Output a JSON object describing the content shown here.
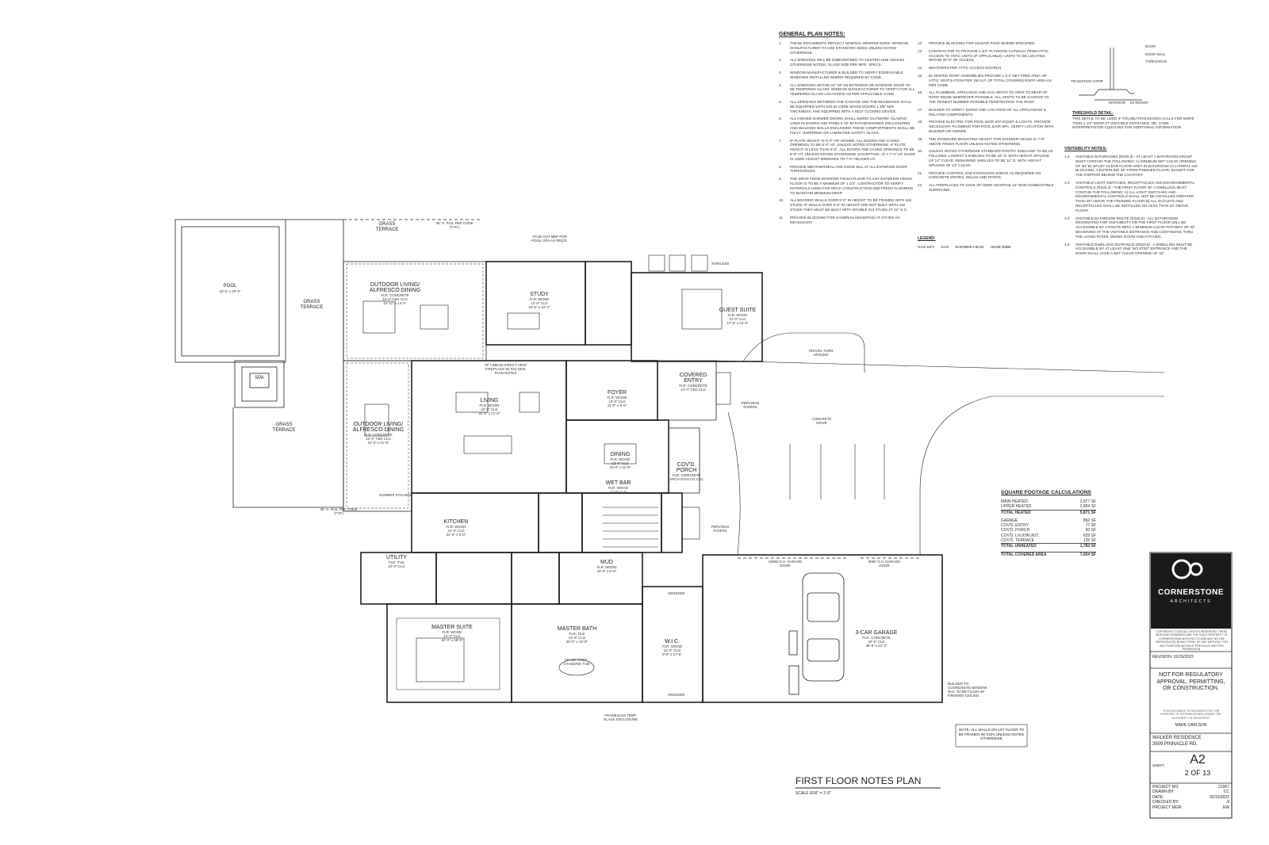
{
  "general_notes": {
    "title": "GENERAL PLAN NOTES:",
    "left_column": [
      {
        "n": "1.",
        "t": "THESE DOCUMENTS REFLECT NOMINAL WINDOW SIZES. WINDOW MANUFACTURER TO USE STANDARD SIZES UNLESS NOTED OTHERWISE."
      },
      {
        "n": "2.",
        "t": "ALL WINDOWS WILL BE DIMENSIONED TO CENTER LINE UNLESS OTHERWISE NOTED. GLASS SIZE PER MFR. SPECS."
      },
      {
        "n": "3.",
        "t": "WINDOW MANUFACTURER & BUILDER TO VERIFY EGRESSABLE WINDOWS INSTALLED WHERE REQUIRED BY CODE."
      },
      {
        "n": "4.",
        "t": "ALL WINDOWS WITHIN 24\" OF AN EXTERIOR OR INTERIOR DOOR TO BE TEMPERED GLASS. WINDOW MANUFACTURER TO VERIFY FOR ALL TEMPERED GLASS LOCATIONS AS PER APPLICABLE CODE."
      },
      {
        "n": "5.",
        "t": "ALL OPENINGS BETWEEN THE GARAGE AND THE RESIDENCE SHALL BE EQUIPPED WITH SOLID CORE WOOD DOORS 1 3/8\" MIN THICKNESS, AND EQUIPPED WITH A SELF CLOSING DEVICE."
      },
      {
        "n": "6.",
        "t": "ALL HINGED SHOWER DOORS SHALL SWING OUTWARD. GLAZING USED IN DOORS AND PANELS OF BATHTUB/SHOWER ENCLOSURES AND BUILDING WALLS ENCLOSING THESE COMPARTMENTS SHALL BE FULLY TEMPERED OR LAMINATED SAFETY GLASS."
      },
      {
        "n": "7.",
        "t": "IF PLATE HEIGHT IS 9'-0\" OR HIGHER, ALL DOORS AND CASED OPENINGS TO BE 8'-0\" HT. UNLESS NOTED OTHERWISE. IF PLATE HEIGHT IS LESS THAN 9'-0\", ALL DOORS AND CASED OPENINGS TO BE 6'-8\" HT. UNLESS NOTED OTHERWISE. EXCEPTION...IF A 7'-0\" HT. DOOR IS USED ADJUST WINDOWS TO 7'-0\" HEADER HT."
      },
      {
        "n": "8.",
        "t": "PROVIDE WEATHERSEAL AND DOOR SILL AT ALL EXTERIOR DOOR THRESHOLDS."
      },
      {
        "n": "9.",
        "t": "THE DROP FROM INTERIOR FINISH FLOOR TO ANY EXTERIOR FINISH FLOOR IS TO BE A MINIMUM OF 1 1/2\". CONTRACTOR TO VERIFY MATERIALS USED FOR DECK CONSTRUCTION AND FINISH FLOORING TO MAINTAIN MINIMUM DROP."
      },
      {
        "n": "10.",
        "t": "ALL BEARING WALLS OVER 9'-0\" IN HEIGHT TO BE FRAMED WITH 2x6 STUDS. IF WALLS OVER 9'-0\" IN HEIGHT ARE NOT BUILT WITH 2x6 STUDS THEY MUST BE BUILT WITH DOUBLE 2x4 STUDS AT 12\" O.C."
      },
      {
        "n": "11.",
        "t": "PROVIDE BLOCKING FOR HANDRAIL MOUNTING AT STAIRS AS NECESSARY."
      }
    ],
    "right_column": [
      {
        "n": "12.",
        "t": "PROVIDE BLOCKING FOR CEILING FANS WHERE SPECIFIED."
      },
      {
        "n": "13.",
        "t": "CONTRACTOR TO PROVIDE A 3/4\" PLYWOOD CATWALK FROM ATTIC ACCESS TO HVAC UNITS (IF APPLICABLE). UNITS TO BE LOCATED WITHIN 20'-0\" OF ACCESS."
      },
      {
        "n": "14.",
        "t": "WEATHERSTRIP ATTIC ACCESS DOOR(S)."
      },
      {
        "n": "15.",
        "t": "IN VENTED ROOF ASSEMBLIES PROVIDE 1 S.F. NET FREE AREA OF ATTIC VENTILATION PER 150 S.F. OF TOTAL COVERED ROOF AREA AS PER CODE."
      },
      {
        "n": "16.",
        "t": "ALL PLUMBING, APPLIANCE AND GAS VENTS TO VENT TO REAR OF ROOF RIDGE WHEREVER POSSIBLE. ALL VENTS TO BE GANGED TO THE FEWEST NUMBER POSSIBLE PENETRATING THE ROOF."
      },
      {
        "n": "17.",
        "t": "BUILDER TO VERIFY SIZING AND LOCATION OF ALL APPLIANCES & RELATED COMPONENTS."
      },
      {
        "n": "18.",
        "t": "PROVIDE ELECTRIC FOR POOL &/OR SPA EQUIP. & LIGHTS. PROVIDE NECESSARY PLUMBING FOR POOL &/OR SPA. VERIFY LOCATION WITH BUILDER OR OWNER."
      },
      {
        "n": "19.",
        "t": "THE STANDARD MOUNTING HEIGHT FOR SHOWER HEADS IS 7'-0\" ABOVE FINISH FLOOR UNLESS NOTED OTHERWISE."
      },
      {
        "n": "20.",
        "t": "UNLESS NOTED OTHERWISE STANDARD PANTRY SHELVING TO BE AS FOLLOWS: LOWEST 2 SHELVES TO BE 16\" D. WITH HEIGHT SPACING OF 14\" CLEAR. REMAINING SHELVES TO BE 12\" D. WITH HEIGHT SPACING OF 12\" CLEAR."
      },
      {
        "n": "21.",
        "t": "PROVIDE CONTROL AND EXPANSION JOINTS AS REQUIRED ON CONCRETE DRIVES, WALKS AND PATIOS."
      },
      {
        "n": "22.",
        "t": "ALL FIREPLACES TO HAVE 20\" DEEP HEARTH& 12\" NON-COMBUSTIBLE SURROUND."
      }
    ],
    "legend_title": "LEGEND:",
    "legend_items": [
      "GAS KEY",
      "GAS",
      "SHOWER HEAD",
      "HOSE BIBB"
    ]
  },
  "threshold": {
    "labels": [
      "DOOR",
      "DOOR SEAL",
      "THRESHOLD",
      "TRANSITION STRIP",
      "INTERIOR",
      "EXTERIOR"
    ],
    "detail_title": "THRESHOLD DETAIL:",
    "detail_text": "THIS DETAIL TO BE USED IF FOUNDATION DESIGN CALLS FOR MORE THAN 1 1/2\" DROP AT VISITABLE ENTRANCE. RE: CODE INTERPRETATION CQ013-002 FOR ADDITIONAL INFORMATION."
  },
  "visitability": {
    "title": "VISITABILITY NOTES:",
    "items": [
      {
        "n": "1.0",
        "t": "VISITABLE BATHROOMS (R320.3) - AT LEAST 1 BATHROOM GROUP MUST CONTAIN THE FOLLOWING: A) MINIMUM NET CLEAR OPENING OF 30\" B) 30\"x30\" CLEAR FLOOR AREA IN BATHROOM C) LATERAL 2x6 BLOCKING, CENTERLINE 34\" FROM FINISHED FLOOR, EXCEPT FOR THE PORTION BEHIND THE LAVATORY."
      },
      {
        "n": "2.0",
        "t": "VISITABLE LIGHT SWITCHES, RECEPTACLES AND ENVIRONMENTAL CONTROLS (R320.4) - THE FIRST FLOOR OF A DWELLING MUST CONTAIN THE FOLLOWING: A) ALL LIGHT SWITCHES AND ENVIRONMENTAL CONTROLS SHALL NOT BE INSTALLED GREATER THAN 48\" ABOVE THE FINISHED FLOOR B) ALL OUTLETS AND RECEPTACLES SHALL BE INSTALLED NO LESS THAN 15\" ABOVE FLOOR."
      },
      {
        "n": "3.0",
        "t": "VISITABLE BATHROOM ROUTE (R320.5) - ALL BATHROOMS DESIGNATED FOR VISITABILITY ON THE FIRST FLOOR WILL BE ACCESSIBLE BY A ROUTE WITH A MINIMUM CLEAR PATHWAY OF 32\" BEGINNING AT THE VISITABLE ENTRANCE AND CONTINUING THRU THE LIVING ROOM, DINING ROOM AND KITCHEN."
      },
      {
        "n": "4.0",
        "t": "VISITABLE DWELLING ENTRANCE (R320.6) - A DWELLING MUST BE ACCESSIBLE BY AT LEAST ONE 'NO-STEP' ENTRANCE AND THE DOOR SHALL HAVE A NET CLEAR OPENING OF 32\"."
      }
    ]
  },
  "sqft": {
    "title": "SQUARE FOOTAGE CALCULATIONS",
    "heated": [
      {
        "k": "MAIN HEATED",
        "v": "2,977 SF"
      },
      {
        "k": "UPPER HEATED",
        "v": "2,894 SF"
      }
    ],
    "total_heated": {
      "k": "TOTAL HEATED",
      "v": "5,871 SF"
    },
    "unheated": [
      {
        "k": "GARAGE",
        "v": "892 SF"
      },
      {
        "k": "COV'D. ENTRY",
        "v": "77 SF"
      },
      {
        "k": "COV'D. PORCH",
        "v": "50 SF"
      },
      {
        "k": "COV'D. LIV./DIN./KIT.",
        "v": "629 SF"
      },
      {
        "k": "COV'D. TERRACE",
        "v": "135 SF"
      }
    ],
    "total_unheated": {
      "k": "TOTAL UNHEATED",
      "v": "1,783 SF"
    },
    "total_covered": {
      "k": "TOTAL COVERED AREA",
      "v": "7,654 SF"
    }
  },
  "titleblock": {
    "brand": "CORNERSTONE",
    "sub": "ARCHITECTS",
    "copyright": "COPYRIGHT © 2023 ALL RIGHTS RESERVED. THESE DESIGNS/ DRAWINGS ARE THE SOLE PROPERTY OF CORNERSTONE ARCHITECTS AND MAY NOT BE REPRODUCED IN ANY FORM, BY ANY METHOD, FOR ANY PURPOSE WITHOUT PREVIOUS WRITTEN PERMISSION.",
    "revision": "REVISION: 02/15/2023",
    "not_for": "NOT FOR REGULATORY APPROVAL, PERMITTING, OR CONSTRUCTION.",
    "released": "THIS DOCUMENT IS RELEASED FOR THE PURPOSE OF INTERIM REVIEW UNDER THE AUTHORITY OF ARCHITECT",
    "architect": "MARK CARLSON",
    "project_name": "WALKER RESIDENCE",
    "address": "3509 PINNACLE RD.",
    "sheet_label": "SHEET",
    "sheet": "A2",
    "sheet_of": "2 OF 13",
    "meta": [
      {
        "k": "PROJECT NO:",
        "v": "21067"
      },
      {
        "k": "DRAWN BY:",
        "v": "CC"
      },
      {
        "k": "DATE:",
        "v": "02/15/2022"
      },
      {
        "k": "CHECKED BY:",
        "v": "JI"
      },
      {
        "k": "PROJECT MGR:",
        "v": "EW"
      }
    ]
  },
  "plan_title": "FIRST FLOOR NOTES PLAN",
  "plan_scale": "SCALE 3/16\" = 1'-0\"",
  "wall_note": "NOTE: ALL WALLS ON 1ST FLOOR TO BE FRAMED W/ 2x6's UNLESS NOTED OTHERWISE",
  "rooms": {
    "pool": {
      "name": "POOL",
      "dim": "15'-0\" x 20'-0\""
    },
    "spa": "SPA",
    "grass1": "GRASS TERRACE",
    "grass2": "GRASS TERRACE",
    "grass3": "GRASS TERRACE",
    "outdoor1": {
      "name": "OUTDOOR LIVING/ ALFRESCO DINING",
      "l1": "FLR: CONCRETE",
      "l2": "12'-0\" T&G CLG",
      "l3": "21'-11\" x 14'-5\""
    },
    "outdoor2": {
      "name": "OUTDOOR LIVING/ ALFRESCO DINING",
      "l1": "FLR: CONCRETE",
      "l2": "12'-0\" T&G CLG",
      "l3": "10'-0\" x 21'-6\""
    },
    "study": {
      "name": "STUDY",
      "l1": "FLR: WOOD",
      "l2": "12'-0\" CLG",
      "l3": "15'-0\" x 12'-2\""
    },
    "guest": {
      "name": "GUEST SUITE",
      "l1": "FLR: WOOD",
      "l2": "12'-0\" CLG",
      "l3": "17'-0\" x 12'-0\""
    },
    "living": {
      "name": "LIVING",
      "l1": "FLR: WOOD",
      "l2": "22'-0\" CLG",
      "l3": "22'-0\" x 21'-0\""
    },
    "foyer": {
      "name": "FOYER",
      "l1": "FLR: WOOD",
      "l2": "12'-0\" CLG",
      "l3": "14'-0\" x 8'-6\""
    },
    "entry": {
      "name": "COVERED ENTRY",
      "l1": "FLR: CONCRETE",
      "l2": "12'-0\" T&G CLG"
    },
    "dining": {
      "name": "DINING",
      "l1": "FLR: WOOD",
      "l2": "12'-0\" CLG",
      "l3": "16'-0\" x 11'-6\""
    },
    "porch": {
      "name": "COV'D. PORCH",
      "l1": "FLR: CONCRETE",
      "l2": "ARCH STUCCO CLG"
    },
    "kitchen": {
      "name": "KITCHEN",
      "l1": "FLR: WOOD",
      "l2": "12'-0\" CLG",
      "l3": "22'-0\" x 9'-0\""
    },
    "wetbar": {
      "name": "WET BAR",
      "l1": "FLR: WOOD",
      "l2": "12'-0\" CLG"
    },
    "utility": {
      "name": "UTILITY",
      "l1": "FLR: TILE",
      "l2": "10'-0\" CLG"
    },
    "mud": {
      "name": "MUD",
      "l1": "FLR: WOOD",
      "l2": "10'-0\" x 6'-6\""
    },
    "master": {
      "name": "MASTER SUITE",
      "l1": "FLR: WOOD",
      "l2": "12'-0\" CLG",
      "l3": "22'-0\" x 18'-0\""
    },
    "mbath": {
      "name": "MASTER BATH",
      "l1": "FLR: TILE",
      "l2": "12'-0\" CLG",
      "l3": "20'-0\" x 15'-0\""
    },
    "wic": {
      "name": "W.I.C.",
      "l1": "FLR: WOOD",
      "l2": "12'-0\" CLG",
      "l3": "9'-0\" x 17'-6\""
    },
    "garage": {
      "name": "3-CAR GARAGE",
      "l1": "FLR: CONCRETE",
      "l2": "10'-0\" CLG",
      "l3": "36'-6\" x 22'-0\""
    },
    "drive": "CONCRETE DRIVE",
    "gravel": "GRAVEL TURN AROUND",
    "pervious1": "PERVIOUS PAVERS",
    "pervious2": "PERVIOUS PAVERS",
    "garage_door1": "18080 O.H. GARAGE DOOR",
    "garage_door2": "9080 O.H. GARAGE DOOR",
    "rail1": "36\" H. RAIL PER CODE (TYP.)",
    "rail2": "36\" H. RAIL PER CODE (TYP.)",
    "summer_kitchen": "SUMMER KITCHEN",
    "stub": "STUB OUT MEP FOR POOL/ SPA AS REQ'D.",
    "fireplace": "72\" LINEAR DIRECT VENT FIREPLACE W/ #22 GEN. PLAN NOTES",
    "tankless": "TANKLESS",
    "dresser1": "DRESSER",
    "dresser2": "DRESSER",
    "tub": "66\"x36\" FREE-STANDING TUB",
    "shower": "FRAMELESS TEMP. GLASS ENCLOSURE",
    "builder_note": "BUILDER TO COORDINATE WINDOW W.H. TO BE FLUSH W/ FINISHED CEILING"
  }
}
